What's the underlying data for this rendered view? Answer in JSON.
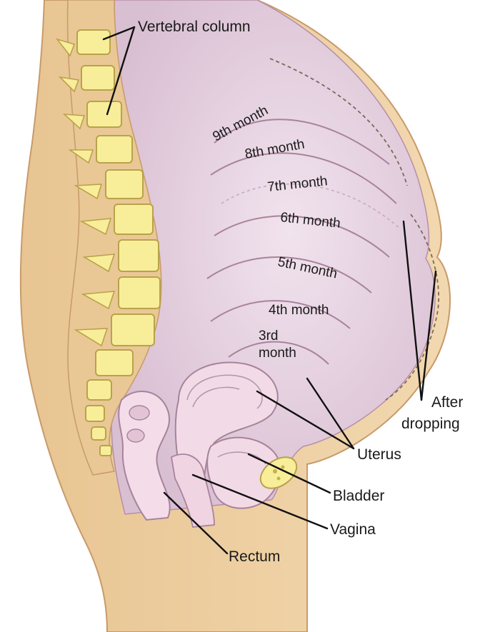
{
  "colors": {
    "skin": "#efd2a6",
    "skin_outline": "#c89a6a",
    "abdomen": "#ead9e6",
    "abdomen_shade": "#d8bcd1",
    "bone": "#f8ee9a",
    "bone_outline": "#b9a24a",
    "tissue": "#f0d6e4",
    "label_text": "#1a1a1a"
  },
  "labels": {
    "vertebral_column": "Vertebral column",
    "after_dropping_line1": "After",
    "after_dropping_line2": "dropping",
    "uterus": "Uterus",
    "bladder": "Bladder",
    "vagina": "Vagina",
    "rectum": "Rectum"
  },
  "months": {
    "m9": "9th month",
    "m8": "8th month",
    "m7": "7th month",
    "m6": "6th month",
    "m5": "5th month",
    "m4": "4th month",
    "m3_line1": "3rd",
    "m3_line2": "month"
  },
  "icons": [
    "vertebra-icon",
    "pubic-bone-icon"
  ]
}
